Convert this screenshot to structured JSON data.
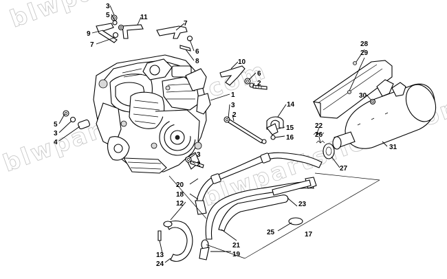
{
  "watermark": "blwpartsfiche.com",
  "callouts": [
    {
      "id": "c3a",
      "text": "3"
    },
    {
      "id": "c5a",
      "text": "5"
    },
    {
      "id": "c9",
      "text": "9"
    },
    {
      "id": "c7a",
      "text": "7"
    },
    {
      "id": "c11",
      "text": "11"
    },
    {
      "id": "c7b",
      "text": "7"
    },
    {
      "id": "c6a",
      "text": "6"
    },
    {
      "id": "c8",
      "text": "8"
    },
    {
      "id": "c10",
      "text": "10"
    },
    {
      "id": "c6b",
      "text": "6"
    },
    {
      "id": "c2a",
      "text": "2"
    },
    {
      "id": "c1",
      "text": "1"
    },
    {
      "id": "c3b",
      "text": "3"
    },
    {
      "id": "c2b",
      "text": "2"
    },
    {
      "id": "c14",
      "text": "14"
    },
    {
      "id": "c15",
      "text": "15"
    },
    {
      "id": "c16",
      "text": "16"
    },
    {
      "id": "c5b",
      "text": "5"
    },
    {
      "id": "c3c",
      "text": "3"
    },
    {
      "id": "c4",
      "text": "4"
    },
    {
      "id": "c3d",
      "text": "3"
    },
    {
      "id": "c2c",
      "text": "2"
    },
    {
      "id": "c28",
      "text": "28"
    },
    {
      "id": "c29",
      "text": "29"
    },
    {
      "id": "c30",
      "text": "30"
    },
    {
      "id": "c22",
      "text": "22"
    },
    {
      "id": "c26",
      "text": "26"
    },
    {
      "id": "c31",
      "text": "31"
    },
    {
      "id": "c27",
      "text": "27"
    },
    {
      "id": "c20",
      "text": "20"
    },
    {
      "id": "c18",
      "text": "18"
    },
    {
      "id": "c12",
      "text": "12"
    },
    {
      "id": "c23",
      "text": "23"
    },
    {
      "id": "c25",
      "text": "25"
    },
    {
      "id": "c17",
      "text": "17"
    },
    {
      "id": "c21",
      "text": "21"
    },
    {
      "id": "c19",
      "text": "19"
    },
    {
      "id": "c13",
      "text": "13"
    },
    {
      "id": "c24",
      "text": "24"
    }
  ]
}
